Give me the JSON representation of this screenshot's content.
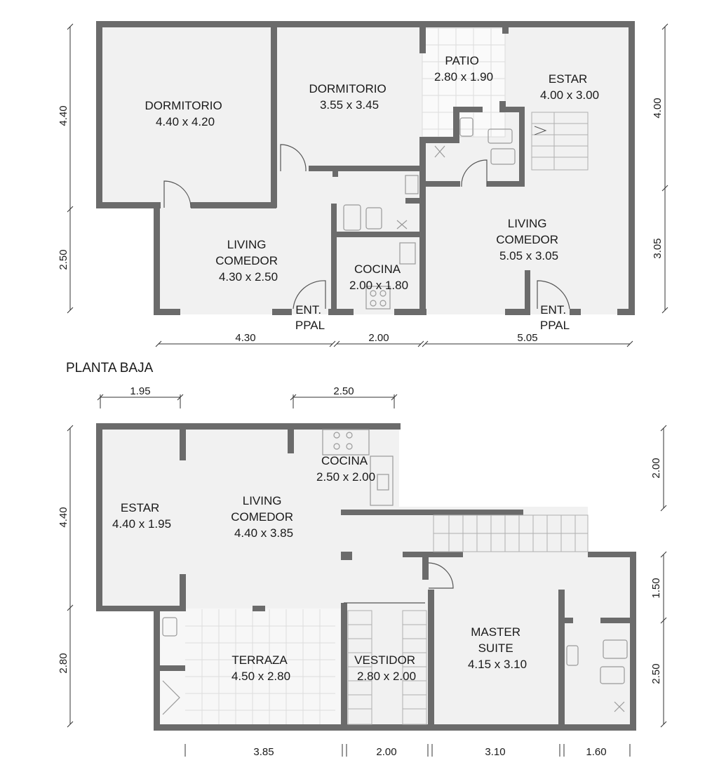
{
  "colors": {
    "wall": "#6b6b6b",
    "floor": "#f1f1f1",
    "text": "#1a1a1a"
  },
  "ground_floor": {
    "title": "PLANTA BAJA",
    "rooms": [
      {
        "id": "dorm1",
        "lines": [
          "DORMITORIO",
          "4.40 x 4.20"
        ]
      },
      {
        "id": "dorm2",
        "lines": [
          "DORMITORIO",
          "3.55 x 3.45"
        ]
      },
      {
        "id": "patio",
        "lines": [
          "PATIO",
          "2.80 x 1.90"
        ]
      },
      {
        "id": "estar",
        "lines": [
          "ESTAR",
          "4.00 x 3.00"
        ]
      },
      {
        "id": "living-left",
        "lines": [
          "LIVING",
          "COMEDOR",
          "4.30 x 2.50"
        ]
      },
      {
        "id": "cocina",
        "lines": [
          "COCINA",
          "2.00 x 1.80"
        ]
      },
      {
        "id": "living-right",
        "lines": [
          "LIVING",
          "COMEDOR",
          "5.05 x 3.05"
        ]
      },
      {
        "id": "ent-left",
        "lines": [
          "ENT.",
          "PPAL"
        ]
      },
      {
        "id": "ent-right",
        "lines": [
          "ENT.",
          "PPAL"
        ]
      }
    ],
    "dims_left": [
      "4.40",
      "2.50"
    ],
    "dims_right": [
      "4.00",
      "3.05"
    ],
    "dims_bottom": [
      "4.30",
      "2.00",
      "5.05"
    ]
  },
  "upper_floor": {
    "rooms": [
      {
        "id": "estar",
        "lines": [
          "ESTAR",
          "4.40 x 1.95"
        ]
      },
      {
        "id": "living",
        "lines": [
          "LIVING",
          "COMEDOR",
          "4.40 x 3.85"
        ]
      },
      {
        "id": "cocina",
        "lines": [
          "COCINA",
          "2.50 x 2.00"
        ]
      },
      {
        "id": "terraza",
        "lines": [
          "TERRAZA",
          "4.50 x 2.80"
        ]
      },
      {
        "id": "vestidor",
        "lines": [
          "VESTIDOR",
          "2.80 x 2.00"
        ]
      },
      {
        "id": "master",
        "lines": [
          "MASTER",
          "SUITE",
          "4.15 x 3.10"
        ]
      }
    ],
    "dims_top": [
      "1.95",
      "2.50"
    ],
    "dims_left": [
      "4.40",
      "2.80"
    ],
    "dims_right": [
      "2.00",
      "1.50",
      "2.50"
    ],
    "dims_bottom": [
      "3.85",
      "2.00",
      "3.10",
      "1.60"
    ]
  }
}
